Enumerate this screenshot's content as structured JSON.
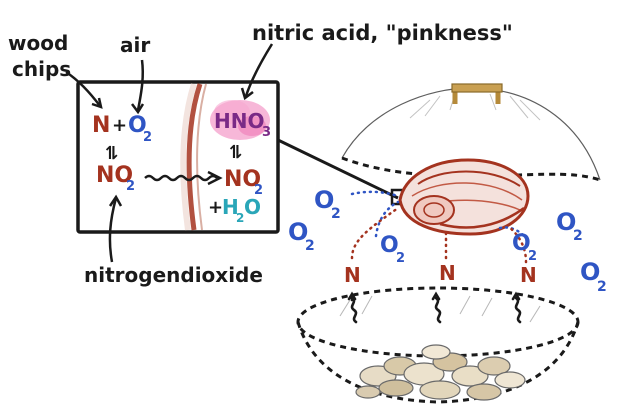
{
  "labels": {
    "wood_chips_line1": "wood",
    "wood_chips_line2": "chips",
    "air": "air",
    "nitric_acid": "nitric acid, \"pinkness\"",
    "nitrogen_dioxide": "nitrogendioxide"
  },
  "inset": {
    "n": "N",
    "plus1": "+",
    "o2": "O",
    "o2_sub": "2",
    "eq1": "⇌",
    "no2": "NO",
    "no2_sub": "2",
    "hno3": "HNO",
    "hno3_sub": "3",
    "eq2": "⇌",
    "no2_right": "NO",
    "no2_right_sub": "2",
    "plus2": "+",
    "h2o": "H",
    "h2o_sub": "2",
    "h2o_tail": "O"
  },
  "scene": {
    "o2_text": "O",
    "o2_sub": "2",
    "n_text": "N"
  },
  "colors": {
    "ink": "#1a1a1a",
    "oxygen": "#2f55c4",
    "nitrogen": "#a4331f",
    "acid": "#7a2a86",
    "water": "#2aa6b8",
    "pink_glow": "#f07bb8",
    "handle": "#b58a3a"
  }
}
